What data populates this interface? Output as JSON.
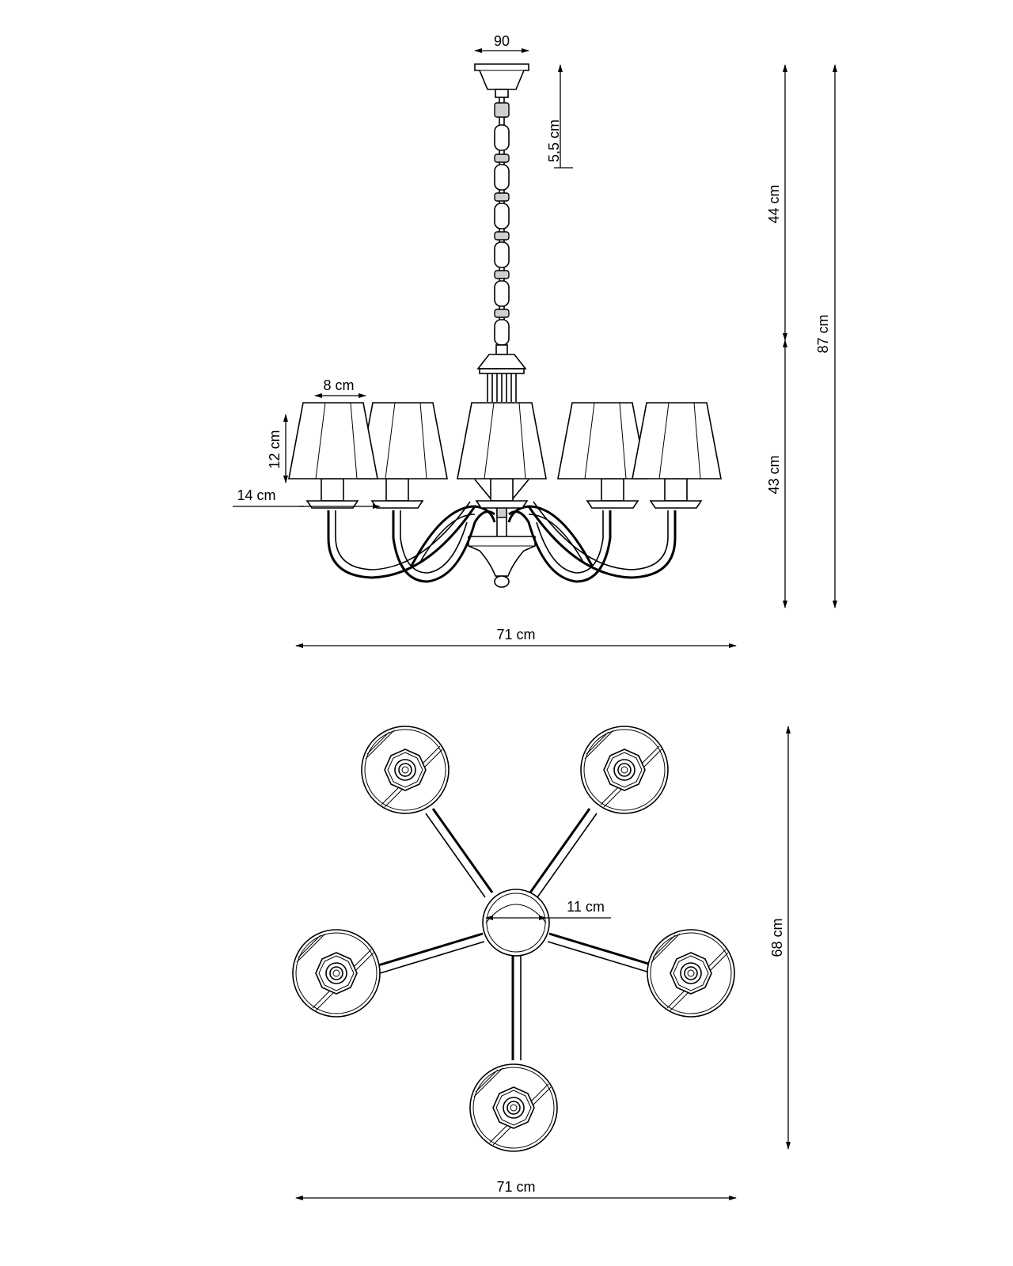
{
  "side_view": {
    "canopy_width": "90",
    "chain_link": "5,5 cm",
    "upper_height": "44 cm",
    "total_height": "87 cm",
    "shade_top": "8 cm",
    "shade_height": "12 cm",
    "shade_bottom": "14 cm",
    "lower_height": "43 cm",
    "width": "71 cm"
  },
  "top_view": {
    "center_diameter": "11 cm",
    "depth": "68 cm",
    "width": "71 cm"
  }
}
